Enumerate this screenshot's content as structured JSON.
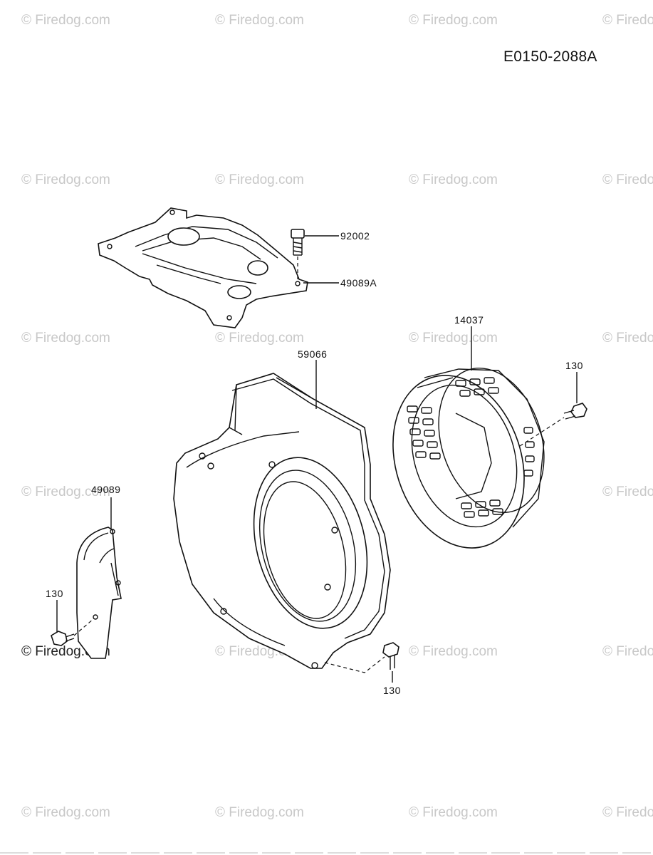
{
  "diagram_code": "E0150-2088A",
  "watermark_text": "© Firedog.com",
  "parts": {
    "plate": "92002",
    "plate_label": "49089A",
    "fan_housing": "59066",
    "screen": "14037",
    "screen_bolt": "130",
    "cover": "49089",
    "cover_bolt": "130",
    "housing_bolt": "130"
  }
}
